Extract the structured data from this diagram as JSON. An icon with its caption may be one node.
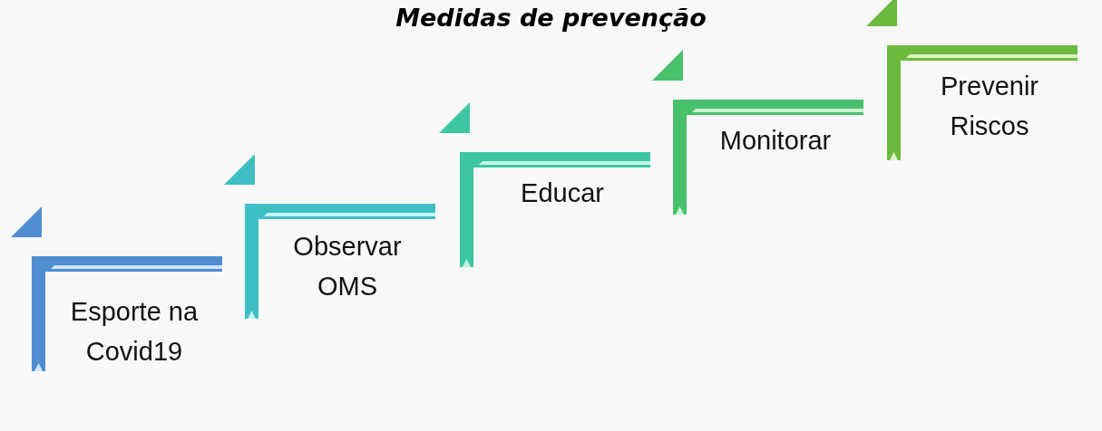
{
  "diagram": {
    "title": "Medidas de prevenção",
    "nodes": [
      {
        "text": [
          "Esporte na Covid19"
        ]
      },
      {
        "text": [
          "Observar OMS"
        ]
      },
      {
        "text": [
          "Educar"
        ]
      },
      {
        "text": [
          "Monitorar"
        ]
      },
      {
        "text": [
          "Prevenir Riscos"
        ]
      }
    ],
    "edges": []
  }
}
